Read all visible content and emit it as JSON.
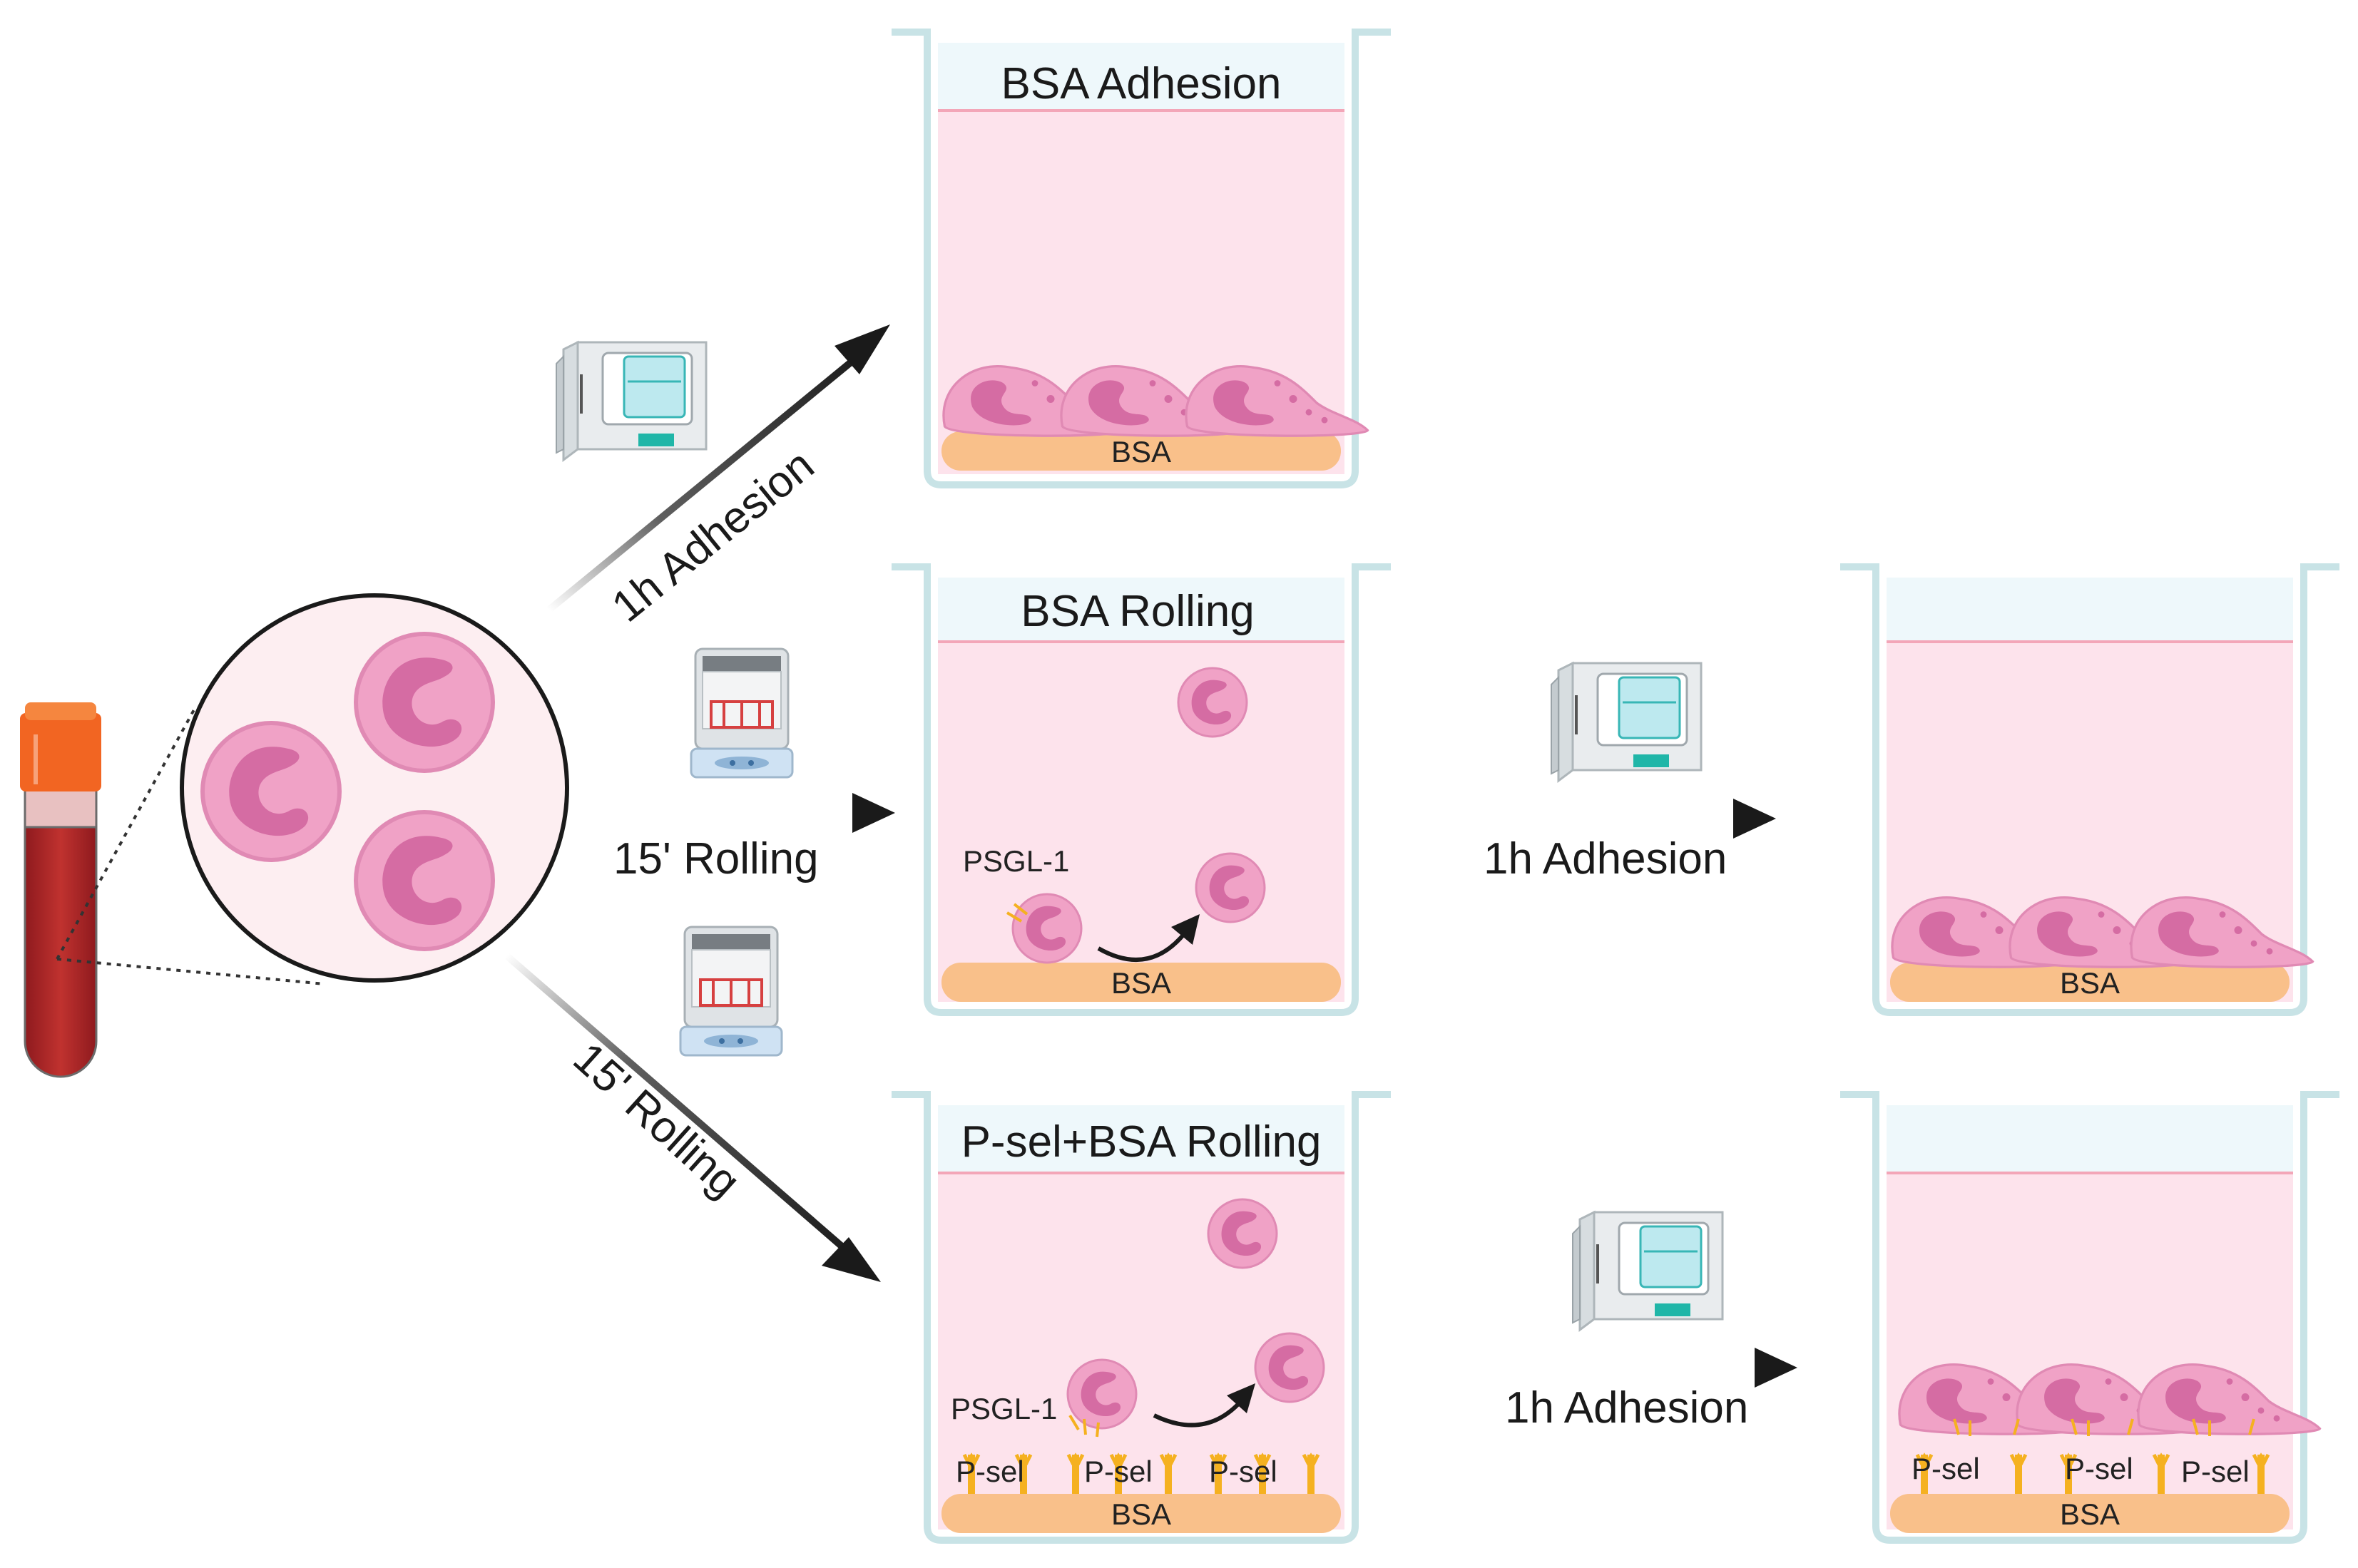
{
  "wells": {
    "bsa_adhesion": {
      "title": "BSA Adhesion",
      "base": "BSA"
    },
    "bsa_rolling": {
      "title": "BSA Rolling",
      "base": "BSA",
      "receptor": "PSGL-1"
    },
    "bsa_rolling_after": {
      "base": "BSA"
    },
    "psel_rolling": {
      "title": "P-sel+BSA Rolling",
      "base": "BSA",
      "receptor": "PSGL-1",
      "ligand": "P-sel"
    },
    "psel_rolling_after": {
      "base": "BSA",
      "ligand": "P-sel"
    }
  },
  "steps": {
    "top": "1h Adhesion",
    "middle": "15' Rolling",
    "bottom": "15' Rolling",
    "middle_after": "1h Adhesion",
    "bottom_after": "1h Adhesion"
  },
  "colors": {
    "medium": "#fde3ec",
    "medium_top": "#eef8fb",
    "well_wall": "#c8e3e6",
    "bsa": "#f9c08a",
    "cell": "#f0a2c6",
    "nucleus": "#d56ca3",
    "psel": "#f5b120",
    "blood": "#b4262a",
    "cap": "#f26522",
    "arrow": "#1a1a1a"
  },
  "icons": [
    "blood-tube-icon",
    "neutrophil-icon",
    "incubator-icon",
    "rolling-device-icon"
  ]
}
